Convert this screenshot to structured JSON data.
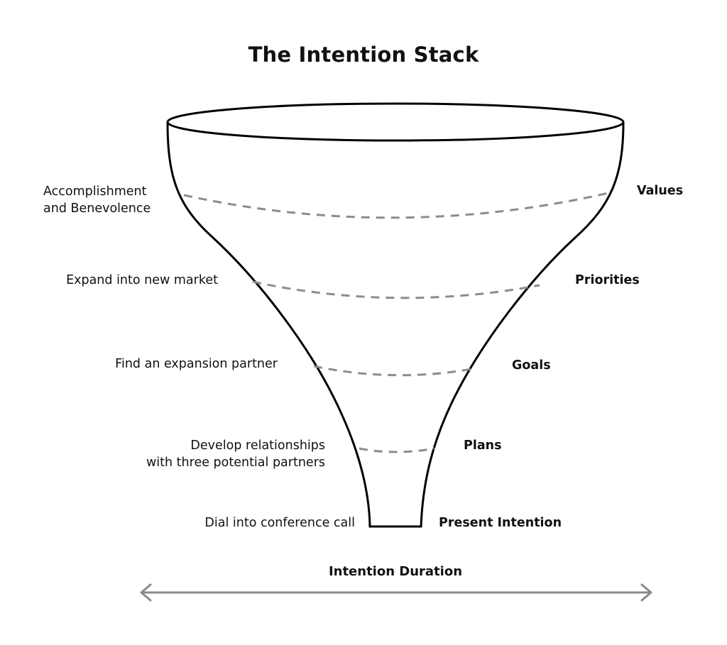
{
  "title": "The Intention Stack",
  "levels": [
    {
      "name": "Values",
      "example": "Accomplishment\nand Benevolence"
    },
    {
      "name": "Priorities",
      "example": "Expand into new market"
    },
    {
      "name": "Goals",
      "example": "Find an expansion partner"
    },
    {
      "name": "Plans",
      "example": "Develop relationships\nwith three potential partners"
    },
    {
      "name": "Present Intention",
      "example": "Dial into conference call"
    }
  ],
  "axis": {
    "label": "Intention Duration",
    "direction": "bidirectional"
  },
  "colors": {
    "outline": "#000000",
    "dash": "#8c8c8c",
    "arrow": "#8a8a8a"
  }
}
